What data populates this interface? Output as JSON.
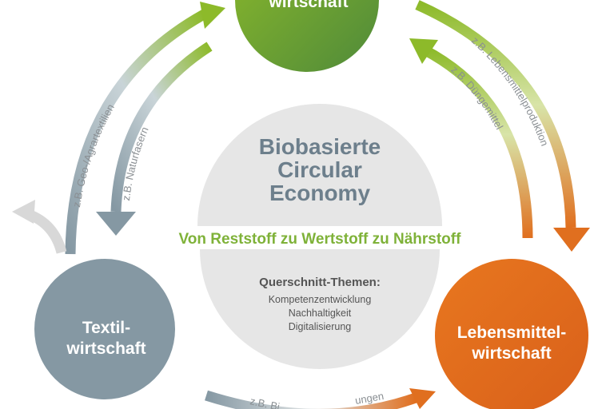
{
  "center": {
    "title": [
      "Biobasierte",
      "Circular",
      "Economy"
    ],
    "tagline": "Von Reststoff zu Wertstoff zu Nährstoff",
    "cross_title": "Querschnitt-Themen:",
    "cross_items": [
      "Kompetenzentwicklung",
      "Nachhaltigkeit",
      "Digitalisierung"
    ]
  },
  "nodes": {
    "top": [
      "wirtschaft"
    ],
    "left": [
      "Textil-",
      "wirtschaft"
    ],
    "right": [
      "Lebensmittel-",
      "wirtschaft"
    ]
  },
  "arrows": {
    "left_outer": "z.B. Geo-/Agrartextilien",
    "left_inner": "z.B. Naturfasern",
    "right_outer": "z.B. Lebensmittelproduktion",
    "right_inner": "z.B. Düngemittel",
    "bottom_a": "z.B. Bi",
    "bottom_b": "ungen"
  },
  "colors": {
    "green": "#7fb239",
    "orange": "#e06f1f",
    "slate": "#8598a3",
    "gray": "#e6e6e6",
    "title": "#6d7f8c"
  }
}
